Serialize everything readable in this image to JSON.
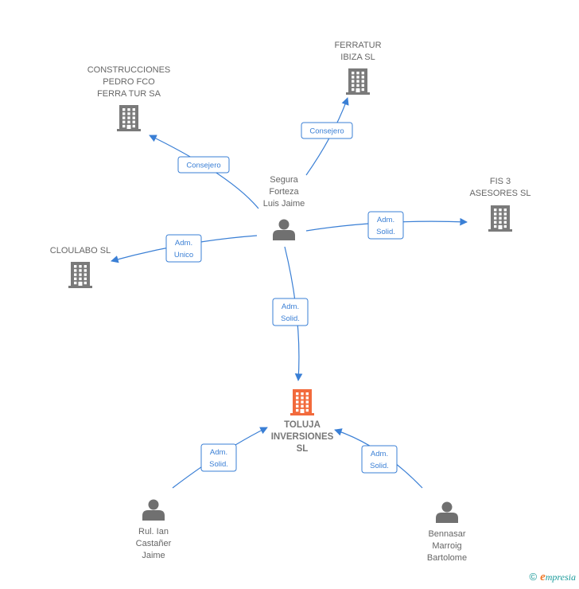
{
  "colors": {
    "edge": "#3a7fd5",
    "company": "#7a7a7a",
    "company_main": "#f26a3c",
    "person": "#707070",
    "label": "#666666"
  },
  "nodes": [
    {
      "id": "toluja",
      "type": "company",
      "main": true,
      "lines": [
        "TOLUJA",
        "INVERSIONES",
        "SL"
      ]
    },
    {
      "id": "construcciones",
      "type": "company",
      "lines": [
        "CONSTRUCCIONES",
        "PEDRO FCO",
        "FERRA TUR SA"
      ]
    },
    {
      "id": "ferratur",
      "type": "company",
      "lines": [
        "FERRATUR",
        "IBIZA  SL"
      ]
    },
    {
      "id": "fis3",
      "type": "company",
      "lines": [
        "FIS 3",
        "ASESORES  SL"
      ]
    },
    {
      "id": "cloulabo",
      "type": "company",
      "lines": [
        "CLOULABO  SL"
      ]
    },
    {
      "id": "segura",
      "type": "person",
      "lines": [
        "Segura",
        "Forteza",
        "Luis Jaime"
      ]
    },
    {
      "id": "rul",
      "type": "person",
      "lines": [
        "Rul. Ian",
        "Castañer",
        "Jaime"
      ]
    },
    {
      "id": "bennasar",
      "type": "person",
      "lines": [
        "Bennasar",
        "Marroig",
        "Bartolome"
      ]
    }
  ],
  "edges": [
    {
      "from": "segura",
      "to": "construcciones",
      "label": [
        "Consejero"
      ]
    },
    {
      "from": "segura",
      "to": "ferratur",
      "label": [
        "Consejero"
      ]
    },
    {
      "from": "segura",
      "to": "fis3",
      "label": [
        "Adm.",
        "Solid."
      ]
    },
    {
      "from": "segura",
      "to": "cloulabo",
      "label": [
        "Adm.",
        "Unico"
      ]
    },
    {
      "from": "segura",
      "to": "toluja",
      "label": [
        "Adm.",
        "Solid."
      ]
    },
    {
      "from": "rul",
      "to": "toluja",
      "label": [
        "Adm.",
        "Solid."
      ]
    },
    {
      "from": "bennasar",
      "to": "toluja",
      "label": [
        "Adm.",
        "Solid."
      ]
    }
  ],
  "footer": {
    "copyright": "©",
    "brand_initial": "e",
    "brand_rest": "mpresia"
  }
}
